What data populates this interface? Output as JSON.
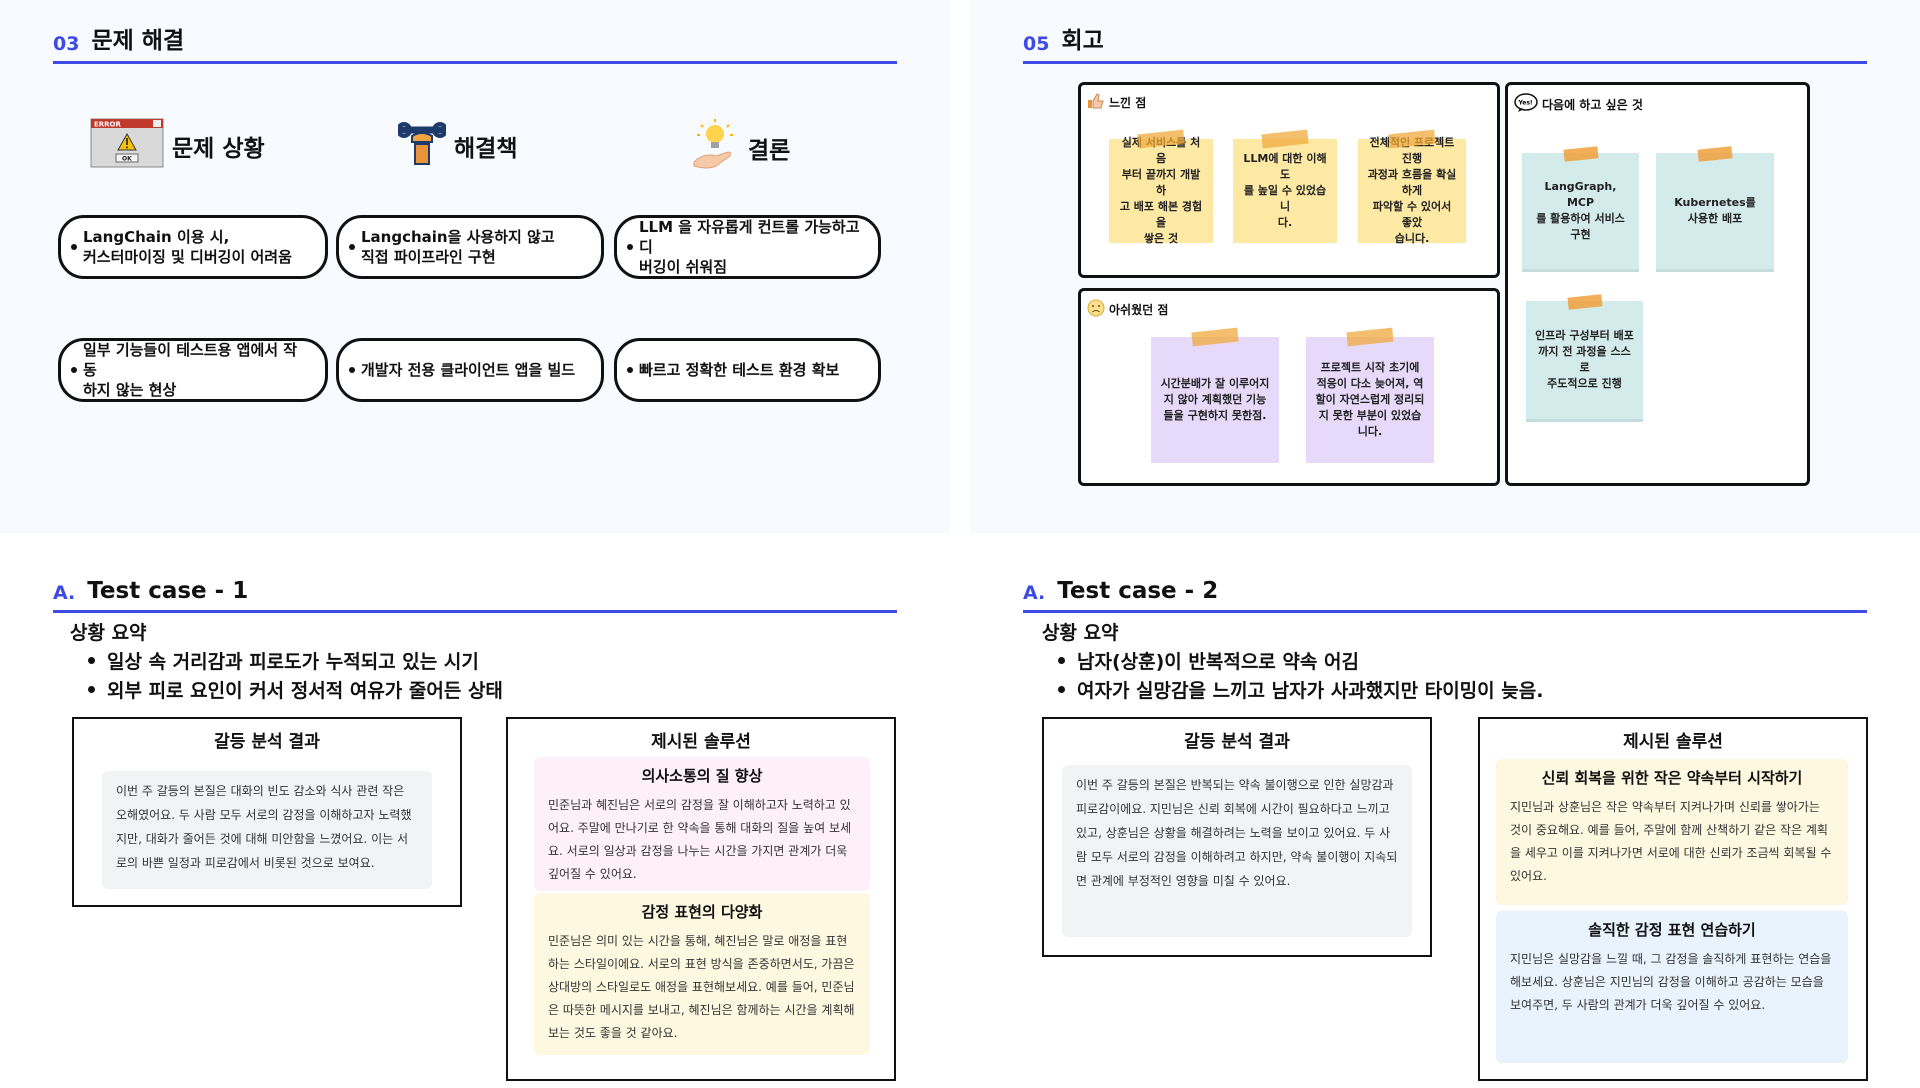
{
  "slide1": {
    "num": "03",
    "title": "문제 해결",
    "columns": [
      {
        "label": "문제 상황",
        "icon": "error-dialog-icon"
      },
      {
        "label": "해결책",
        "icon": "wrench-hand-icon"
      },
      {
        "label": "결론",
        "icon": "lightbulb-hand-icon"
      }
    ],
    "error_icon_text": "ERROR",
    "error_icon_button": "OK",
    "rows": [
      [
        "LangChain 이용 시,\n커스터마이징 및 디버깅이 어려움",
        "Langchain을 사용하지 않고\n직접 파이프라인 구현",
        "LLM 을 자유롭게 컨트롤 가능하고 디\n버깅이 쉬워짐"
      ],
      [
        "일부 기능들이 테스트용 앱에서 작동\n하지 않는 현상",
        "개발자 전용 클라이언트 앱을 빌드",
        "빠르고 정확한 테스트 환경 확보"
      ]
    ]
  },
  "slide2": {
    "num": "05",
    "title": "회고",
    "felt": {
      "label": "느낀 점",
      "notes": [
        "실제 서비스를 처음\n부터 끝까지 개발하\n고 배포 해본 경험을\n쌓은 것",
        "LLM에 대한 이해도\n를 높일 수 있었습니\n다.",
        "전체적인 프로젝트 진행\n과정과 흐름을 확실하게\n파악할 수 있어서 좋았\n습니다."
      ]
    },
    "regret": {
      "label": "아쉬웠던 점",
      "notes": [
        "시간분배가 잘 이루어지\n지 않아 계획했던 기능\n들을 구현하지 못한점.",
        "프로젝트 시작 초기에\n적응이 다소 늦어져, 역\n할이 자연스럽게 정리되\n지 못한 부분이 있었습\n니다."
      ]
    },
    "next": {
      "label": "다음에 하고 싶은 것",
      "bubble": "Yes!",
      "notes": [
        "LangGraph, MCP\n를 활용하여 서비스\n구현",
        "Kubernetes를\n사용한 배포",
        "인프라 구성부터 배포\n까지 전 과정을 스스로\n주도적으로 진행"
      ]
    }
  },
  "slide3": {
    "num": "A.",
    "title": "Test case - 1",
    "summary_heading": "상황 요약",
    "bullets": [
      "일상 속 거리감과 피로도가 누적되고 있는 시기",
      "외부 피로 요인이 커서 정서적 여유가 줄어든 상태"
    ],
    "analysis_title": "갈등 분석 결과",
    "analysis_text": "이번 주 갈등의 본질은 대화의 빈도 감소와 식사 관련 작은 오해였어요. 두 사람 모두 서로의 감정을 이해하고자 노력했지만, 대화가 줄어든 것에 대해 미안함을 느꼈어요. 이는 서로의 바쁜 일정과 피로감에서 비롯된 것으로 보여요.",
    "solution_title": "제시된 솔루션",
    "solutions": [
      {
        "title": "의사소통의 질 향상",
        "text": "민준님과 혜진님은 서로의 감정을 잘 이해하고자 노력하고 있어요. 주말에 만나기로 한 약속을 통해 대화의 질을 높여 보세요. 서로의 일상과 감정을 나누는 시간을 가지면 관계가 더욱 깊어질 수 있어요."
      },
      {
        "title": "감정 표현의 다양화",
        "text": "민준님은 의미 있는 시간을 통해, 혜진님은 말로 애정을 표현하는 스타일이에요. 서로의 표현 방식을 존중하면서도, 가끔은 상대방의 스타일로도 애정을 표현해보세요. 예를 들어, 민준님은 따뜻한 메시지를 보내고, 혜진님은 함께하는 시간을 계획해보는 것도 좋을 것 같아요."
      }
    ]
  },
  "slide4": {
    "num": "A.",
    "title": "Test case - 2",
    "summary_heading": "상황 요약",
    "bullets": [
      "남자(상훈)이 반복적으로 약속 어김",
      "여자가 실망감을 느끼고 남자가 사과했지만 타이밍이 늦음."
    ],
    "analysis_title": "갈등 분석 결과",
    "analysis_text": "이번 주 갈등의 본질은 반복되는 약속 불이행으로 인한 실망감과 피로감이에요. 지민님은 신뢰 회복에 시간이 필요하다고 느끼고 있고, 상훈님은 상황을 해결하려는 노력을 보이고 있어요. 두 사람 모두 서로의 감정을 이해하려고 하지만, 약속 불이행이 지속되면 관계에 부정적인 영향을 미칠 수 있어요.",
    "solution_title": "제시된 솔루션",
    "solutions": [
      {
        "title": "신뢰 회복을 위한 작은 약속부터 시작하기",
        "text": "지민님과 상훈님은 작은 약속부터 지켜나가며 신뢰를 쌓아가는 것이 중요해요. 예를 들어, 주말에 함께 산책하기 같은 작은 계획을 세우고 이를 지켜나가면 서로에 대한 신뢰가 조금씩 회복될 수 있어요."
      },
      {
        "title": "솔직한 감정 표현 연습하기",
        "text": "지민님은 실망감을 느낄 때, 그 감정을 솔직하게 표현하는 연습을 해보세요. 상훈님은 지민님의 감정을 이해하고 공감하는 모습을 보여주면, 두 사람의 관계가 더욱 깊어질 수 있어요."
      }
    ]
  }
}
